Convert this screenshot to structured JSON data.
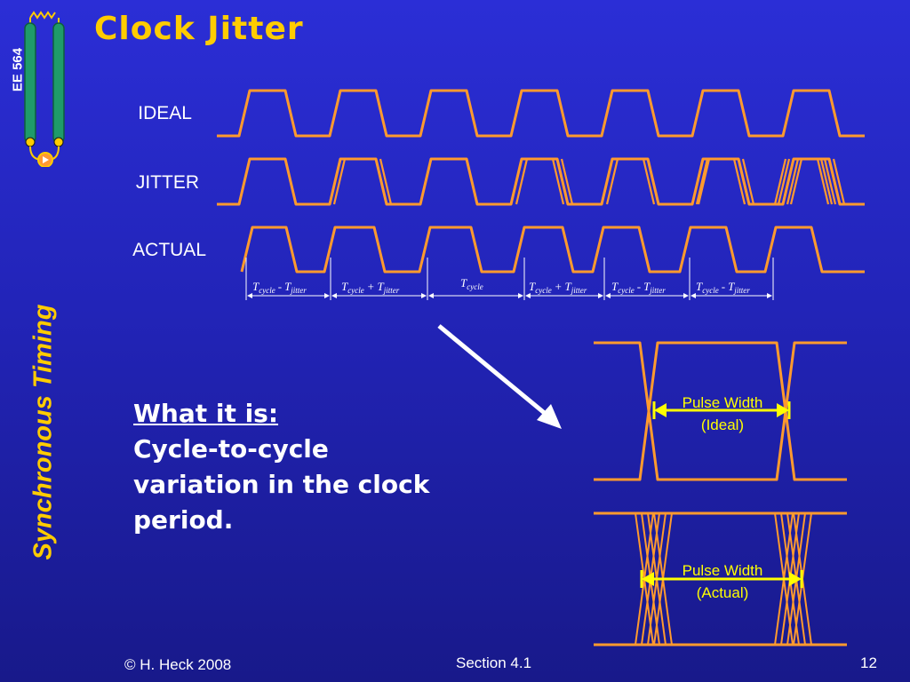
{
  "slide": {
    "title": "Clock Jitter",
    "course": "EE 564",
    "vertical_topic": "Synchronous Timing"
  },
  "signals": {
    "ideal": "IDEAL",
    "jitter": "JITTER",
    "actual": "ACTUAL"
  },
  "periods": [
    {
      "main": "T",
      "sub1": "cycle",
      "op": "-",
      "main2": "T",
      "sub2": "jitter"
    },
    {
      "main": "T",
      "sub1": "cycle",
      "op": "+",
      "main2": "T",
      "sub2": "jitter"
    },
    {
      "main": "T",
      "sub1": "cycle",
      "op": "",
      "main2": "",
      "sub2": ""
    },
    {
      "main": "T",
      "sub1": "cycle",
      "op": "+",
      "main2": "T",
      "sub2": "jitter"
    },
    {
      "main": "T",
      "sub1": "cycle",
      "op": "-",
      "main2": "T",
      "sub2": "jitter"
    },
    {
      "main": "T",
      "sub1": "cycle",
      "op": "-",
      "main2": "T",
      "sub2": "jitter"
    }
  ],
  "note": {
    "heading": "What it is:",
    "line1": "Cycle-to-cycle",
    "line2": "variation in the clock",
    "line3": "period."
  },
  "pulse": {
    "ideal_l1": "Pulse Width",
    "ideal_l2": "(Ideal)",
    "actual_l1": "Pulse Width",
    "actual_l2": "(Actual)"
  },
  "footer": {
    "copyright": "© H. Heck 2008",
    "section": "Section 4.1",
    "page": "12"
  },
  "colors": {
    "signal": "#ff9a2e",
    "title": "#ffcc00",
    "arrow_label": "#ffff00",
    "logo_green": "#1f9b6a"
  }
}
